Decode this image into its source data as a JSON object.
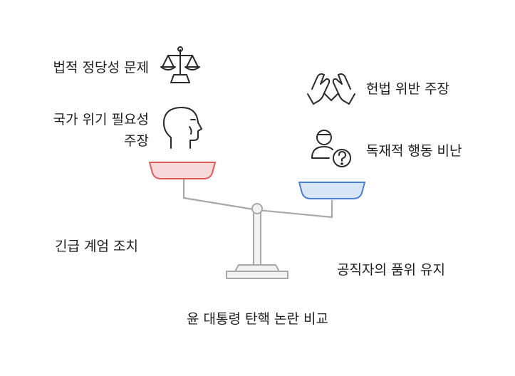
{
  "title": "윤 대통령 탄핵 논란 비교",
  "left_side": {
    "items": [
      {
        "label": "법적 정당성 문제",
        "icon": "scales-of-justice-icon"
      },
      {
        "label_line1": "국가 위기 필요성",
        "label_line2": "주장",
        "icon": "thinking-head-icon"
      },
      {
        "label": "긴급 계엄 조치"
      }
    ],
    "pan_color": "#e05a5a",
    "pan_fill": "#f7d9d9"
  },
  "right_side": {
    "items": [
      {
        "label": "헌법 위반 주장",
        "icon": "hands-praying-icon"
      },
      {
        "label": "독재적 행동 비난",
        "icon": "person-question-icon"
      },
      {
        "label": "공직자의 품위 유지"
      }
    ],
    "pan_color": "#4a7fd6",
    "pan_fill": "#d9e6f7"
  }
}
